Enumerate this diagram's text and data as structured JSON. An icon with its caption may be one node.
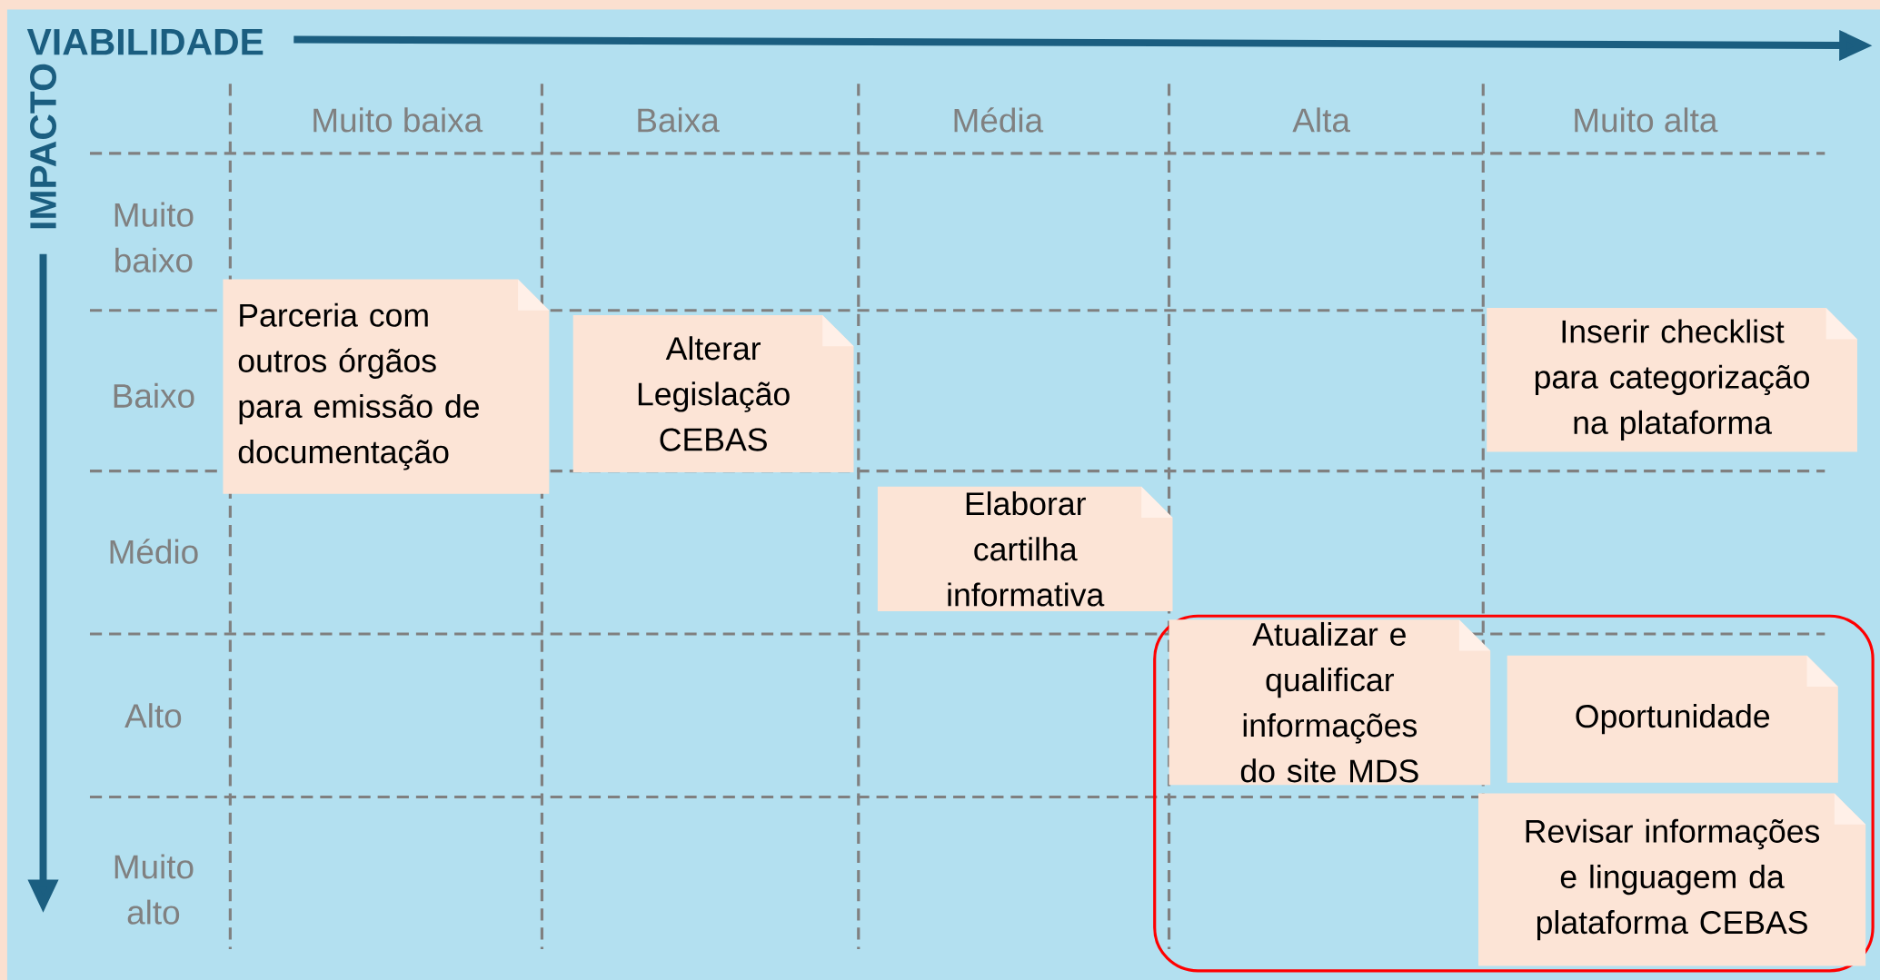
{
  "diagram": {
    "nodes": [
      {
        "text": [
          "Parceria com outros órgãos para emissão de documentação"
        ]
      },
      {
        "text": [
          "Alterar Legislação CEBAS"
        ]
      },
      {
        "text": [
          "Inserir checklist para categorização na plataforma"
        ]
      },
      {
        "text": [
          "Elaborar cartilha informativa"
        ]
      },
      {
        "text": [],
        "shape": "box"
      },
      {
        "text": [
          "Atualizar e qualificar informações do site MDS"
        ],
        "in": 4
      },
      {
        "text": [
          "Oportunidade"
        ],
        "in": 4
      },
      {
        "text": [
          "Revisar informações e linguagem da plataforma CEBAS"
        ],
        "in": 4
      }
    ],
    "labels": [
      "VIABILIDADE",
      "IMPACTO",
      "Muito baixa",
      "Baixa",
      "Média",
      "Alta",
      "Muito alta",
      "Muito baixo",
      "Baixo",
      "Médio",
      "Alto",
      "Muito alto"
    ]
  }
}
